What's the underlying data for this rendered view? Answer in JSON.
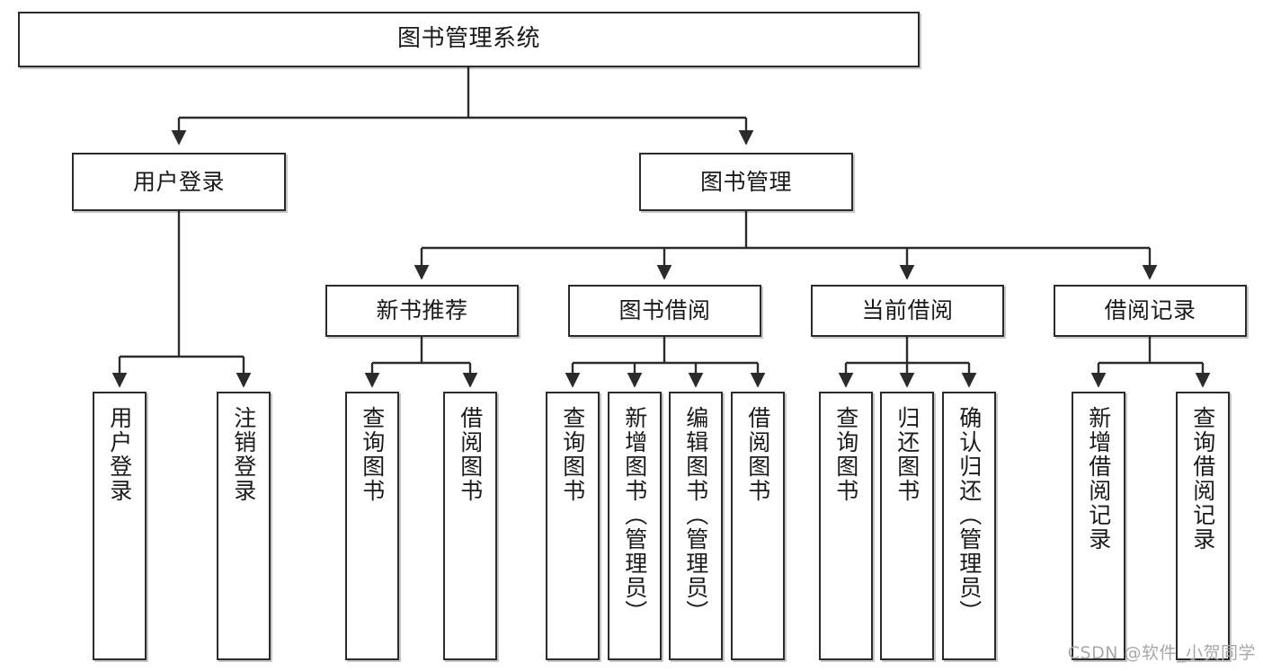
{
  "diagram": {
    "type": "tree",
    "title": "图书管理系统",
    "watermark": "CSDN @软件_小贺同学",
    "colors": {
      "box_border": "#2b2b2b",
      "box_fill": "#ffffff",
      "connector": "#2b2b2b",
      "text": "#1a1a1a",
      "watermark": "#a8a8a8"
    },
    "nodes": {
      "root": {
        "label": "图书管理系统",
        "level": 1,
        "orientation": "horizontal"
      },
      "l2_user_login": {
        "label": "用户登录",
        "level": 2,
        "orientation": "horizontal"
      },
      "l2_book_mgmt": {
        "label": "图书管理",
        "level": 2,
        "orientation": "horizontal"
      },
      "l3_new_book_rec": {
        "label": "新书推荐",
        "level": 3,
        "orientation": "horizontal"
      },
      "l3_book_borrow": {
        "label": "图书借阅",
        "level": 3,
        "orientation": "horizontal"
      },
      "l3_current_borrow": {
        "label": "当前借阅",
        "level": 3,
        "orientation": "horizontal"
      },
      "l3_borrow_record": {
        "label": "借阅记录",
        "level": 3,
        "orientation": "horizontal"
      },
      "leaf_user_login": {
        "label": "用户登录",
        "level": 4,
        "orientation": "vertical"
      },
      "leaf_logout": {
        "label": "注销登录",
        "level": 4,
        "orientation": "vertical"
      },
      "leaf_query_book_a": {
        "label": "查询图书",
        "level": 4,
        "orientation": "vertical"
      },
      "leaf_borrow_book_a": {
        "label": "借阅图书",
        "level": 4,
        "orientation": "vertical"
      },
      "leaf_query_book_b": {
        "label": "查询图书",
        "level": 4,
        "orientation": "vertical"
      },
      "leaf_add_book": {
        "label": "新增图书（管理员）",
        "level": 4,
        "orientation": "vertical"
      },
      "leaf_edit_book": {
        "label": "编辑图书（管理员）",
        "level": 4,
        "orientation": "vertical"
      },
      "leaf_borrow_book_b": {
        "label": "借阅图书",
        "level": 4,
        "orientation": "vertical"
      },
      "leaf_query_book_c": {
        "label": "查询图书",
        "level": 4,
        "orientation": "vertical"
      },
      "leaf_return_book": {
        "label": "归还图书",
        "level": 4,
        "orientation": "vertical"
      },
      "leaf_confirm_return": {
        "label": "确认归还（管理员）",
        "level": 4,
        "orientation": "vertical"
      },
      "leaf_add_record": {
        "label": "新增借阅记录",
        "level": 4,
        "orientation": "vertical"
      },
      "leaf_query_record": {
        "label": "查询借阅记录",
        "level": 4,
        "orientation": "vertical"
      }
    },
    "edges": [
      {
        "from": "root",
        "to": "l2_user_login"
      },
      {
        "from": "root",
        "to": "l2_book_mgmt"
      },
      {
        "from": "l2_user_login",
        "to": "leaf_user_login"
      },
      {
        "from": "l2_user_login",
        "to": "leaf_logout"
      },
      {
        "from": "l2_book_mgmt",
        "to": "l3_new_book_rec"
      },
      {
        "from": "l2_book_mgmt",
        "to": "l3_book_borrow"
      },
      {
        "from": "l2_book_mgmt",
        "to": "l3_current_borrow"
      },
      {
        "from": "l2_book_mgmt",
        "to": "l3_borrow_record"
      },
      {
        "from": "l3_new_book_rec",
        "to": "leaf_query_book_a"
      },
      {
        "from": "l3_new_book_rec",
        "to": "leaf_borrow_book_a"
      },
      {
        "from": "l3_book_borrow",
        "to": "leaf_query_book_b"
      },
      {
        "from": "l3_book_borrow",
        "to": "leaf_add_book"
      },
      {
        "from": "l3_book_borrow",
        "to": "leaf_edit_book"
      },
      {
        "from": "l3_book_borrow",
        "to": "leaf_borrow_book_b"
      },
      {
        "from": "l3_current_borrow",
        "to": "leaf_query_book_c"
      },
      {
        "from": "l3_current_borrow",
        "to": "leaf_return_book"
      },
      {
        "from": "l3_current_borrow",
        "to": "leaf_confirm_return"
      },
      {
        "from": "l3_borrow_record",
        "to": "leaf_add_record"
      },
      {
        "from": "l3_borrow_record",
        "to": "leaf_query_record"
      }
    ]
  }
}
